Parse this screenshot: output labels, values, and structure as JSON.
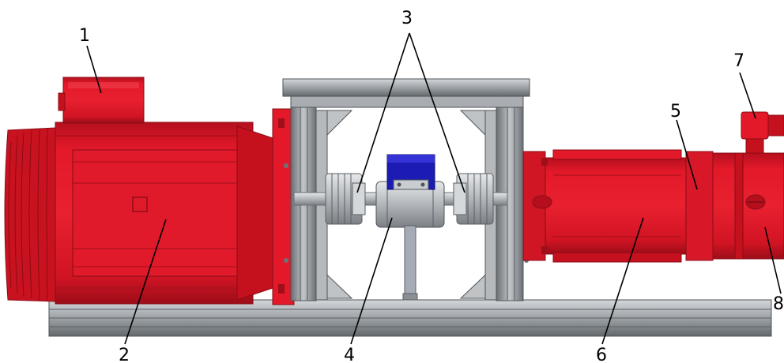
{
  "callouts": [
    {
      "id": "1",
      "label": "1"
    },
    {
      "id": "2",
      "label": "2"
    },
    {
      "id": "3",
      "label": "3"
    },
    {
      "id": "4",
      "label": "4"
    },
    {
      "id": "5",
      "label": "5"
    },
    {
      "id": "6",
      "label": "6"
    },
    {
      "id": "7",
      "label": "7"
    },
    {
      "id": "8",
      "label": "8"
    }
  ],
  "colors": {
    "motor_red": "#e3192a",
    "motor_red_dark": "#a8101c",
    "motor_red_light": "#f0404f",
    "frame_gray": "#8f9499",
    "frame_gray_dark": "#4f5458",
    "frame_gray_light": "#c9cdd0",
    "sensor_blue": "#1c1cb4",
    "coupling_silver": "#c4c7cb",
    "rod_gray": "#a6acb6"
  }
}
